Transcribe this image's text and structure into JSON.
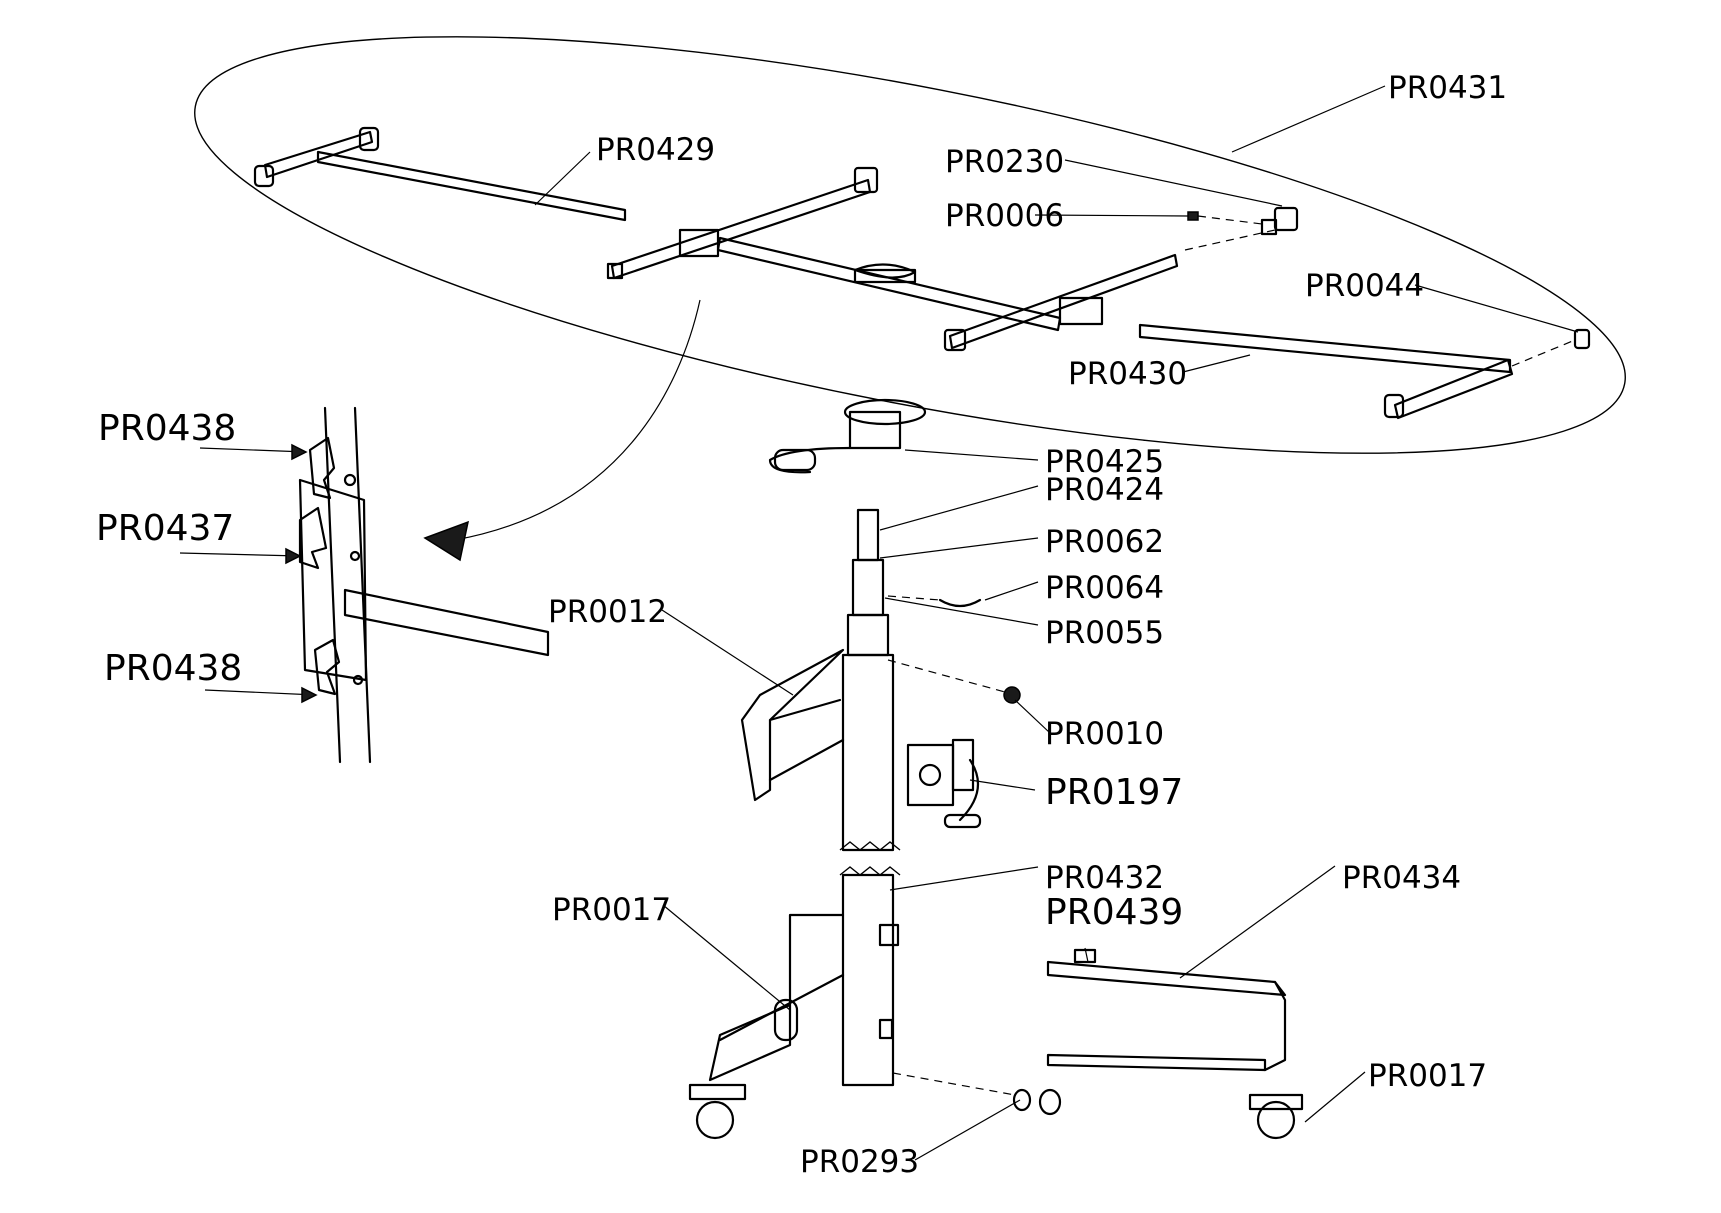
{
  "diagram": {
    "callouts": [
      {
        "id": "pr0431",
        "text": "PR0431"
      },
      {
        "id": "pr0429",
        "text": "PR0429"
      },
      {
        "id": "pr0230",
        "text": "PR0230"
      },
      {
        "id": "pr0006",
        "text": "PR0006"
      },
      {
        "id": "pr0044",
        "text": "PR0044"
      },
      {
        "id": "pr0430",
        "text": "PR0430"
      },
      {
        "id": "pr0425",
        "text": "PR0425"
      },
      {
        "id": "pr0424",
        "text": "PR0424"
      },
      {
        "id": "pr0062",
        "text": "PR0062"
      },
      {
        "id": "pr0064",
        "text": "PR0064"
      },
      {
        "id": "pr0055",
        "text": "PR0055"
      },
      {
        "id": "pr0012",
        "text": "PR0012"
      },
      {
        "id": "pr0010",
        "text": "PR0010"
      },
      {
        "id": "pr0197",
        "text": "PR0197"
      },
      {
        "id": "pr0432",
        "text": "PR0432"
      },
      {
        "id": "pr0439",
        "text": "PR0439"
      },
      {
        "id": "pr0434",
        "text": "PR0434"
      },
      {
        "id": "pr0017a",
        "text": "PR0017"
      },
      {
        "id": "pr0017b",
        "text": "PR0017"
      },
      {
        "id": "pr0293",
        "text": "PR0293"
      },
      {
        "id": "pr0438a",
        "text": "PR0438"
      },
      {
        "id": "pr0437",
        "text": "PR0437"
      },
      {
        "id": "pr0438b",
        "text": "PR0438"
      }
    ],
    "colors": {
      "line": "#000000",
      "background": "#ffffff"
    }
  }
}
